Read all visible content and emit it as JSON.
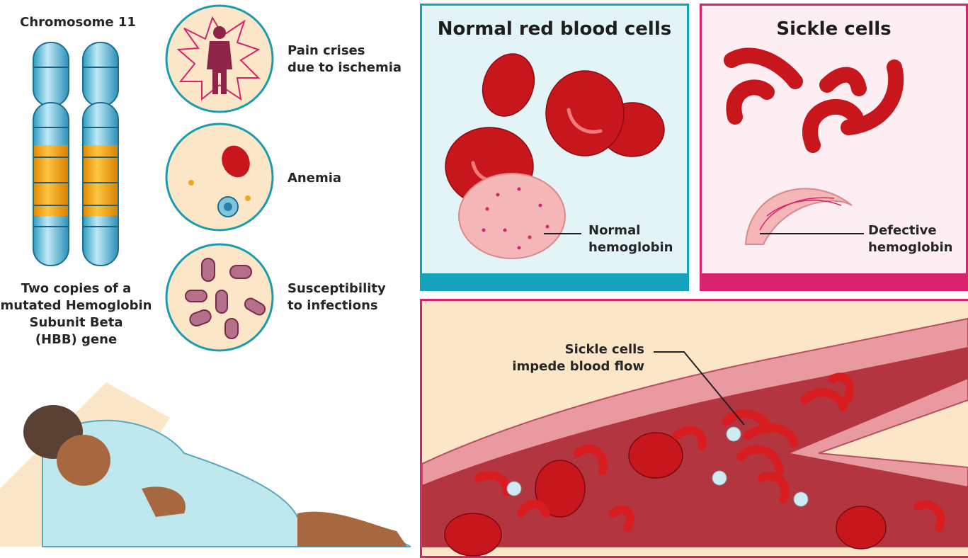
{
  "chromosome": {
    "title": "Chromosome 11",
    "caption_lines": [
      "Two copies of a",
      "mutated Hemoglobin",
      "Subunit Beta",
      "(HBB) gene"
    ]
  },
  "symptoms": [
    {
      "lines": [
        "Pain crises",
        "due to ischemia"
      ],
      "icon": "pain-person-icon"
    },
    {
      "lines": [
        "Anemia"
      ],
      "icon": "anemia-cells-icon"
    },
    {
      "lines": [
        "Susceptibility",
        "to infections"
      ],
      "icon": "bacteria-icon"
    }
  ],
  "normal_panel": {
    "title": "Normal red blood cells",
    "callout_lines": [
      "Normal",
      "hemoglobin"
    ]
  },
  "sickle_panel": {
    "title": "Sickle cells",
    "callout_lines": [
      "Defective",
      "hemoglobin"
    ]
  },
  "vessel_panel": {
    "callout_lines": [
      "Sickle cells",
      "impede blood flow"
    ]
  },
  "colors": {
    "teal": "#14a3bb",
    "pink": "#d8236f",
    "cream": "#fbe6c8",
    "red": "#c8161d"
  }
}
